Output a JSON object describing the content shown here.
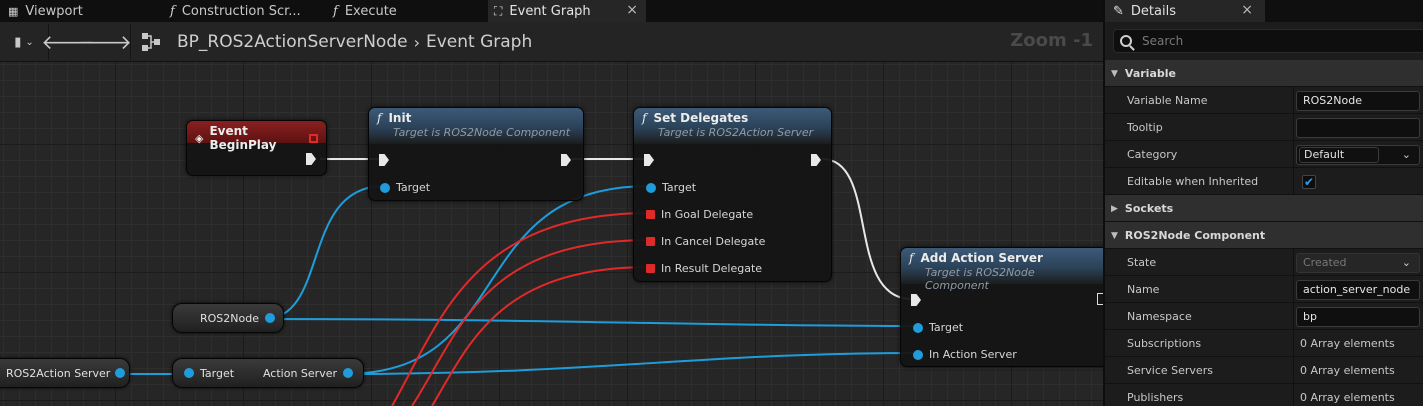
{
  "tabs": [
    {
      "label": "Viewport",
      "icon": "viewport-grid-icon"
    },
    {
      "label": "Construction Scr...",
      "icon": "function-icon"
    },
    {
      "label": "Execute",
      "icon": "function-icon"
    },
    {
      "label": "Event Graph",
      "icon": "event-graph-icon",
      "active": true
    }
  ],
  "toolbar": {
    "breadcrumb_root": "BP_ROS2ActionServerNode",
    "breadcrumb_leaf": "Event Graph",
    "zoom": "Zoom -1"
  },
  "nodes": {
    "event_begin_play": {
      "title": "Event BeginPlay"
    },
    "init": {
      "title": "Init",
      "subtitle": "Target is ROS2Node Component",
      "pins": {
        "target": "Target"
      }
    },
    "set_delegates": {
      "title": "Set Delegates",
      "subtitle": "Target is ROS2Action Server",
      "pins": {
        "target": "Target",
        "goal": "In Goal Delegate",
        "cancel": "In Cancel Delegate",
        "result": "In Result Delegate"
      }
    },
    "add_action_server": {
      "title": "Add Action Server",
      "subtitle": "Target is ROS2Node Component",
      "pins": {
        "target": "Target",
        "server": "In Action Server"
      }
    },
    "ros2node_var": {
      "label": "ROS2Node"
    },
    "action_server_var": {
      "label": "ROS2Action Server"
    },
    "action_server_getter": {
      "target": "Target",
      "output": "Action Server"
    }
  },
  "details": {
    "tab_title": "Details",
    "search_placeholder": "Search",
    "sections": {
      "variable": "Variable",
      "sockets": "Sockets",
      "component": "ROS2Node Component"
    },
    "variable_name_label": "Variable Name",
    "variable_name_value": "ROS2Node",
    "tooltip_label": "Tooltip",
    "tooltip_value": "",
    "category_label": "Category",
    "category_value": "Default",
    "editable_label": "Editable when Inherited",
    "editable_checked": true,
    "state_label": "State",
    "state_value": "Created",
    "name_label": "Name",
    "name_value": "action_server_node",
    "namespace_label": "Namespace",
    "namespace_value": "bp",
    "subscriptions_label": "Subscriptions",
    "subscriptions_value": "0 Array elements",
    "service_servers_label": "Service Servers",
    "service_servers_value": "0 Array elements",
    "publishers_label": "Publishers",
    "publishers_value": "0 Array elements"
  },
  "colors": {
    "exec_wire": "#e8e8e8",
    "object_wire": "#1f9ddb",
    "delegate_wire": "#e02a2a",
    "event_header": "#8a1f1f",
    "function_header": "#3c5a78"
  }
}
